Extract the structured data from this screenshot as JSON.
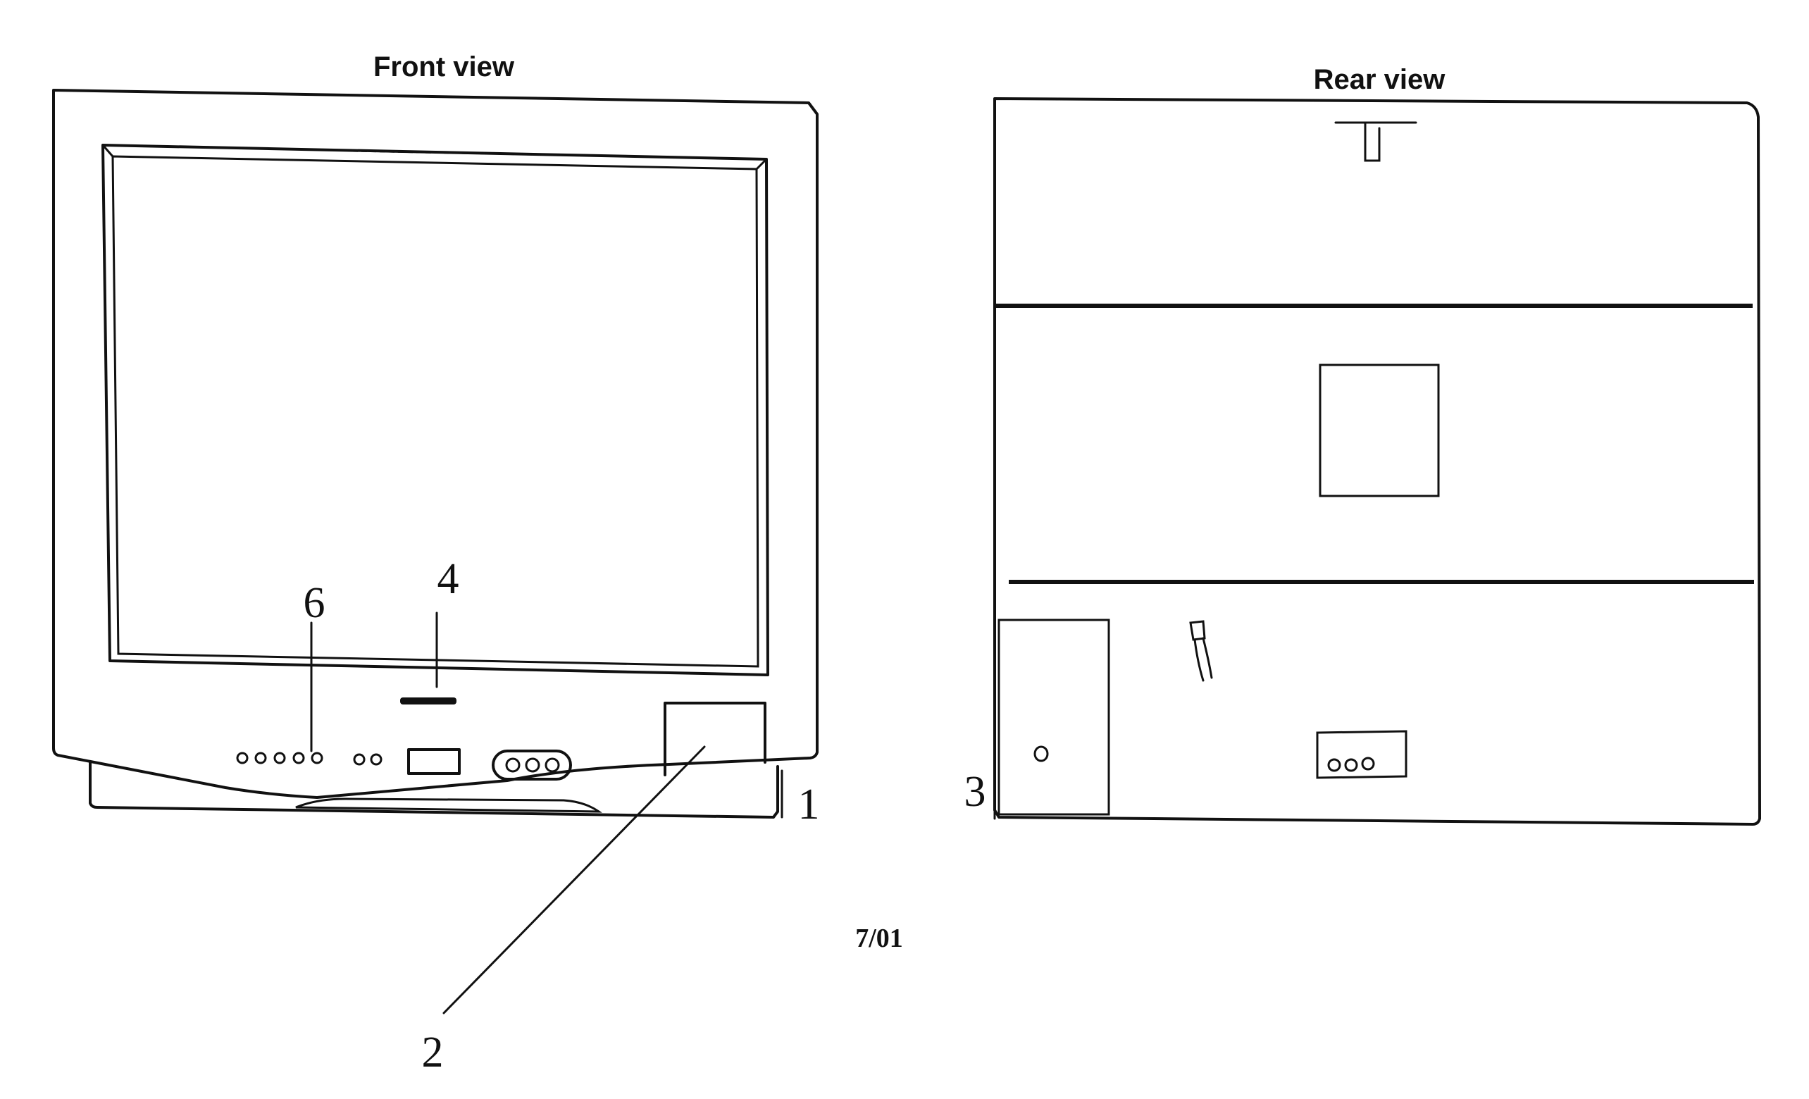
{
  "front": {
    "title": "Front view",
    "callouts": {
      "c1": "1",
      "c2": "2",
      "c4": "4",
      "c6": "6"
    }
  },
  "rear": {
    "title": "Rear view",
    "callouts": {
      "c3": "3"
    }
  },
  "figure_label": "7/01"
}
